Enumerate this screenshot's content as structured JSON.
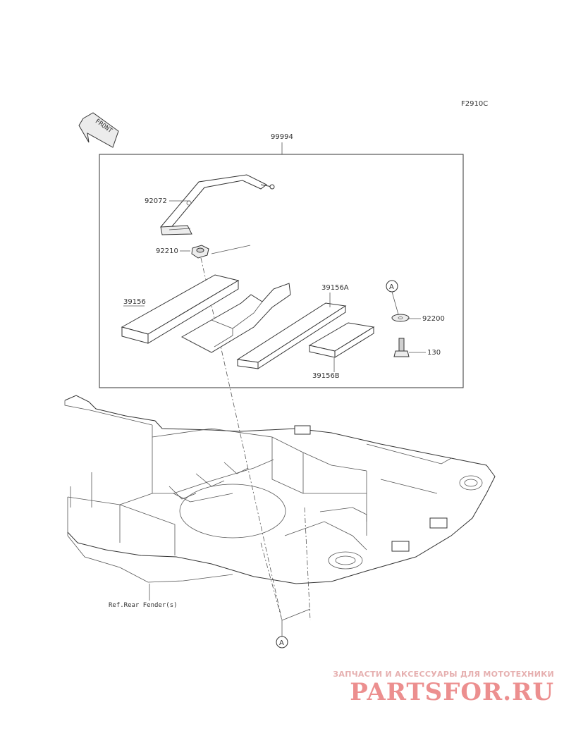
{
  "diagram": {
    "code": "F2910C",
    "front_arrow": "FRONT",
    "assembly": "99994",
    "labels": {
      "p92072": "92072",
      "p92210": "92210",
      "p39156": "39156",
      "p39156A": "39156A",
      "p39156B": "39156B",
      "p92200": "92200",
      "p130": "130",
      "ref_a_top": "A",
      "ref_a_bottom": "A",
      "rear_fender": "Ref.Rear Fender(s)"
    }
  },
  "watermark": {
    "tagline": "ЗАПЧАСТИ И АКСЕССУАРЫ ДЛЯ МОТОТЕХНИКИ",
    "brand": "PARTSFOR.RU"
  }
}
